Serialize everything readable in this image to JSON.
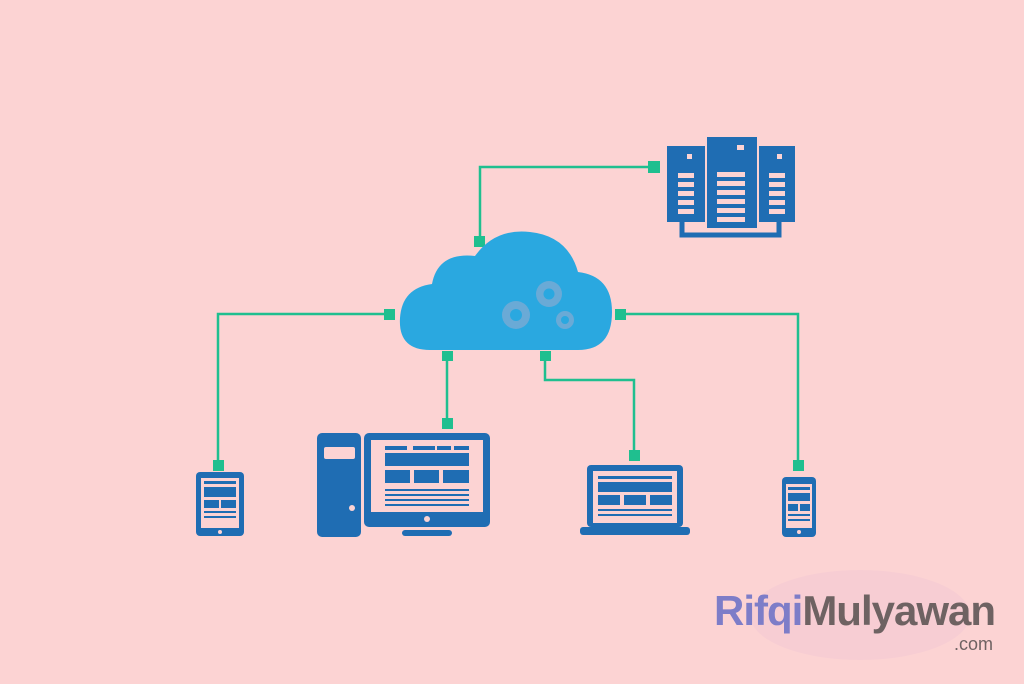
{
  "colors": {
    "background": "#fcd3d3",
    "device": "#1f6db3",
    "cloud": "#2aa8e0",
    "connector": "#1fbf8f",
    "gear": "#6aaad6"
  },
  "nodes": [
    "cloud-with-gears",
    "server-rack",
    "tablet",
    "desktop-computer",
    "laptop",
    "smartphone"
  ],
  "watermark": {
    "part1": "Rifqi",
    "part2": "Mulyawan",
    "suffix": ".com"
  }
}
